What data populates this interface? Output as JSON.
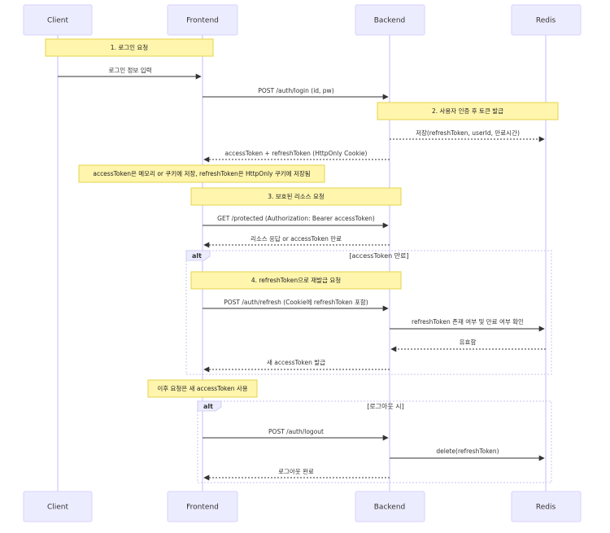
{
  "actors": [
    "Client",
    "Frontend",
    "Backend",
    "Redis"
  ],
  "notes": {
    "n1": "1. 로그인 요청",
    "n2": "2. 사용자 인증 후 토큰 발급",
    "n3": "accessToken은 메모리 or 쿠키에 저장, refreshToken은 HttpOnly 쿠키에 저장됨",
    "n4": "3. 보호된 리소스 요청",
    "n5": "4. refreshToken으로 재발급 요청",
    "n6": "이후 요청은 새 accessToken 사용"
  },
  "messages": {
    "m1": "로그인 정보 입력",
    "m2": "POST /auth/login (id, pw)",
    "m3": "저장(refreshToken, userId, 만료시간)",
    "m4": "accessToken + refreshToken (HttpOnly Cookie)",
    "m5": "GET /protected (Authorization: Bearer accessToken)",
    "m6": "리소스 응답 or accessToken 만료",
    "m7": "POST /auth/refresh (Cookie에 refreshToken 포함)",
    "m8": "refreshToken 존재 여부 및 만료 여부 확인",
    "m9": "유효함",
    "m10": "새 accessToken 발급",
    "m11": "POST /auth/logout",
    "m12": "delete(refreshToken)",
    "m13": "로그아웃 완료"
  },
  "frames": {
    "alt1": {
      "label": "alt",
      "condition": "[accessToken 만료]"
    },
    "alt2": {
      "label": "alt",
      "condition": "[로그아웃 시]"
    }
  }
}
